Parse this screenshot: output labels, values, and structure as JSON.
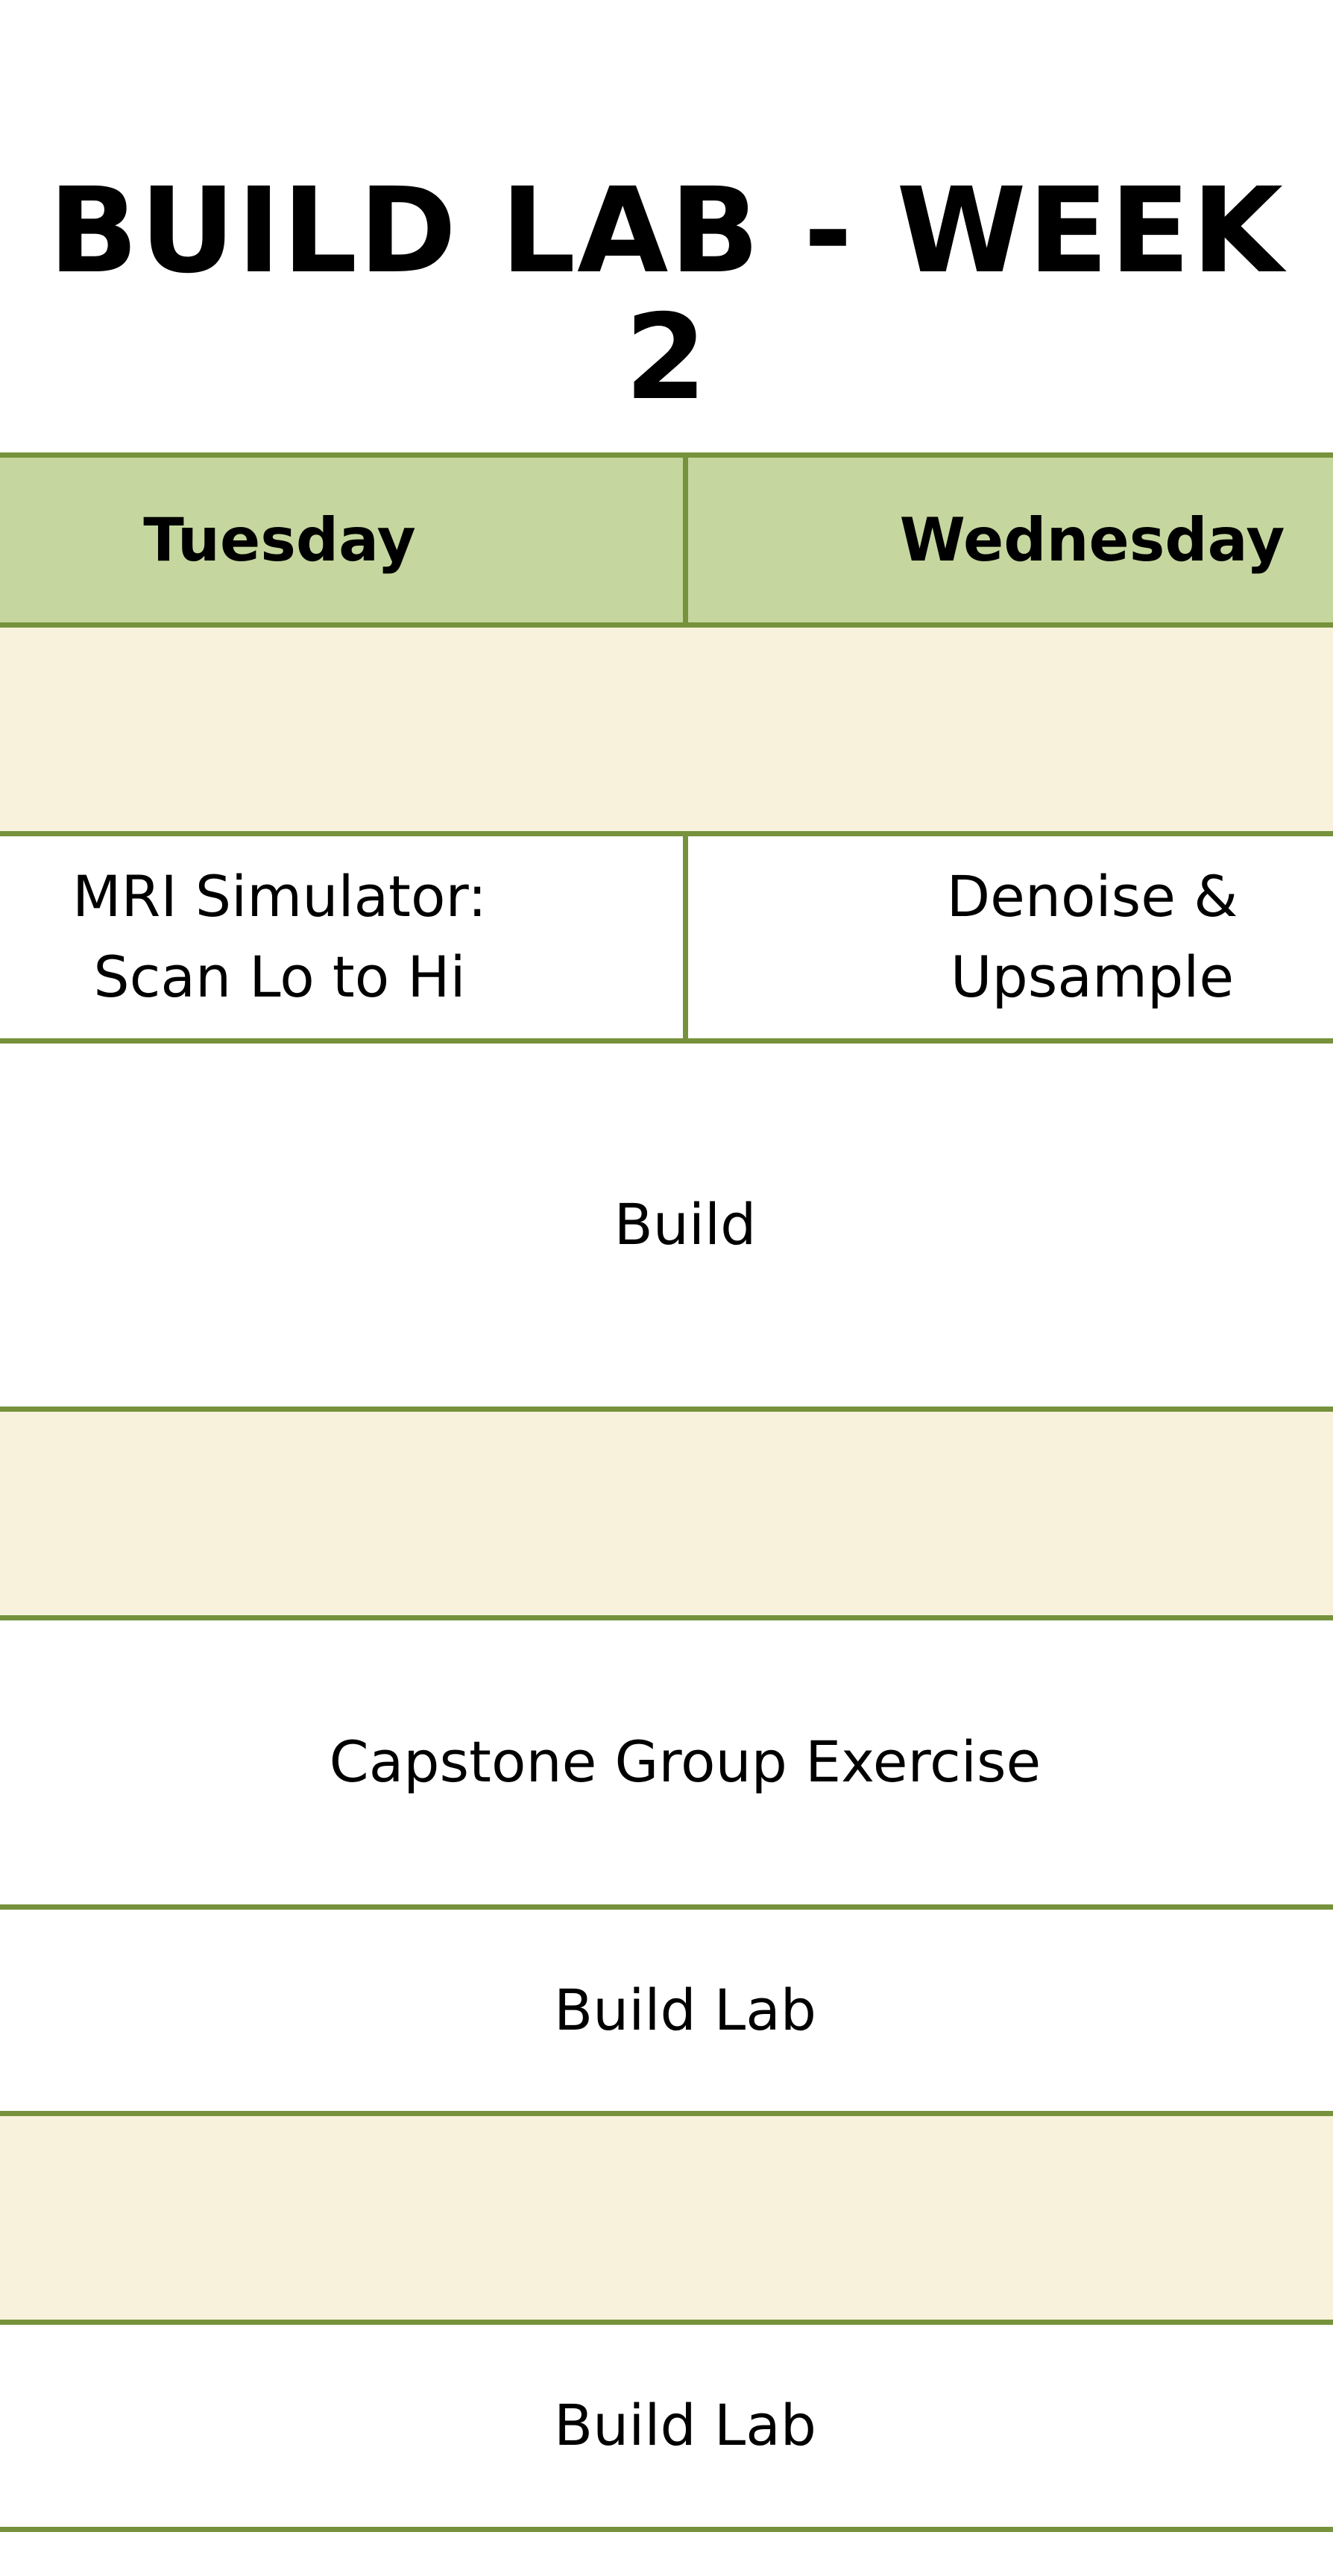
{
  "title": "BUILD LAB - WEEK 2",
  "colors": {
    "header_bg": "#c5d79e",
    "border": "#76923c",
    "break_bg": "#f8f2dc"
  },
  "header": {
    "days": [
      "Tuesday",
      "Wednesday"
    ]
  },
  "rows": {
    "session1": [
      "MRI Simulator: Scan Lo to Hi",
      "Denoise & Upsample"
    ],
    "build": "Build",
    "capstone": "Capstone Group Exercise",
    "build_lab_1": "Build Lab",
    "build_lab_2": "Build Lab"
  }
}
